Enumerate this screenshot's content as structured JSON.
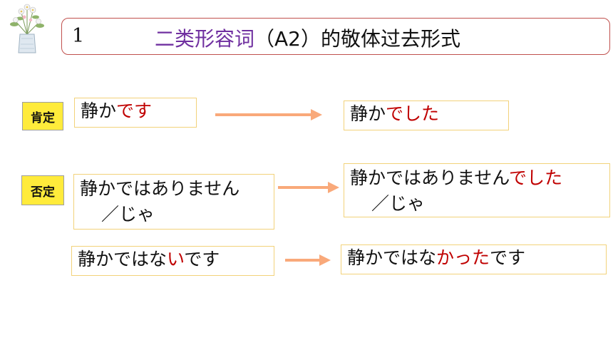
{
  "header": {
    "number": "1",
    "title_accent": "二类形容词",
    "title_rest": "（A2）的敬体过去形式"
  },
  "tags": {
    "affirmative": "肯定",
    "negative": "否定"
  },
  "rows": {
    "affirmative": {
      "from_base": "静か",
      "from_suffix": "です",
      "to_base": "静か",
      "to_suffix": "でした"
    },
    "negative": {
      "from_line1": "静かではありません",
      "from_line2": "／じゃ",
      "to_base": "静かではありません",
      "to_suffix": "でした",
      "to_line2": "／じゃ"
    },
    "negative_alt": {
      "from_base": "静かではな",
      "from_suffix_red": "い",
      "from_end": "です",
      "to_base": "静かではな",
      "to_suffix_red": "かった",
      "to_end": "です"
    }
  },
  "colors": {
    "title_accent": "#7030a0",
    "highlight": "#c00000",
    "arrow": "#f9a97a",
    "tag_bg": "#ffeb3b",
    "title_border": "#c0504d"
  }
}
